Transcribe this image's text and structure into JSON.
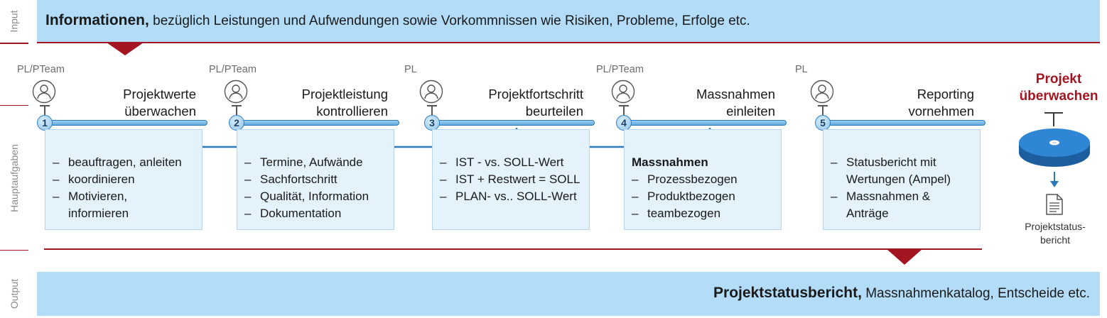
{
  "sections": {
    "input": "Input",
    "main": "Hauptaufgaben",
    "output": "Output"
  },
  "input_band": {
    "bold": "Informationen,",
    "text": " bezüglich Leistungen und Aufwendungen sowie Vorkommnissen wie Risiken, Probleme, Erfolge etc."
  },
  "output_band": {
    "bold": "Projektstatusbericht,",
    "text": " Massnahmenkatalog, Entscheide etc."
  },
  "steps": [
    {
      "num": "1",
      "role": "PL/PTeam",
      "title_1": "Projektwerte",
      "title_2": "überwachen",
      "items": [
        "beauftragen, anleiten",
        "koordinieren",
        "Motivieren,\ninformieren"
      ]
    },
    {
      "num": "2",
      "role": "PL/PTeam",
      "title_1": "Projektleistung",
      "title_2": "kontrollieren",
      "items": [
        "Termine, Aufwände",
        "Sachfortschritt",
        "Qualität, Information",
        "Dokumentation"
      ]
    },
    {
      "num": "3",
      "role": "PL",
      "title_1": "Projektfortschritt",
      "title_2": "beurteilen",
      "items": [
        "IST - vs. SOLL-Wert",
        "IST + Restwert = SOLL",
        "PLAN- vs.. SOLL-Wert"
      ]
    },
    {
      "num": "4",
      "role": "PL/PTeam",
      "title_1": "Massnahmen",
      "title_2": "einleiten",
      "head": "Massnahmen",
      "items": [
        "Prozessbezogen",
        "Produktbezogen",
        "teambezogen"
      ]
    },
    {
      "num": "5",
      "role": "PL",
      "title_1": "Reporting",
      "title_2": "vornehmen",
      "items": [
        "Statusbericht mit\nWertungen (Ampel)",
        "Massnahmen  &\nAnträge"
      ]
    }
  ],
  "goal": {
    "line1": "Projekt",
    "line2": "überwachen"
  },
  "doc": {
    "line1": "Projektstatus-",
    "line2": "bericht"
  },
  "colors": {
    "band": "#b3dcf8",
    "accent_red": "#a31621",
    "bar_blue": "#2b79bb",
    "box_fill": "#e4f2fc"
  }
}
